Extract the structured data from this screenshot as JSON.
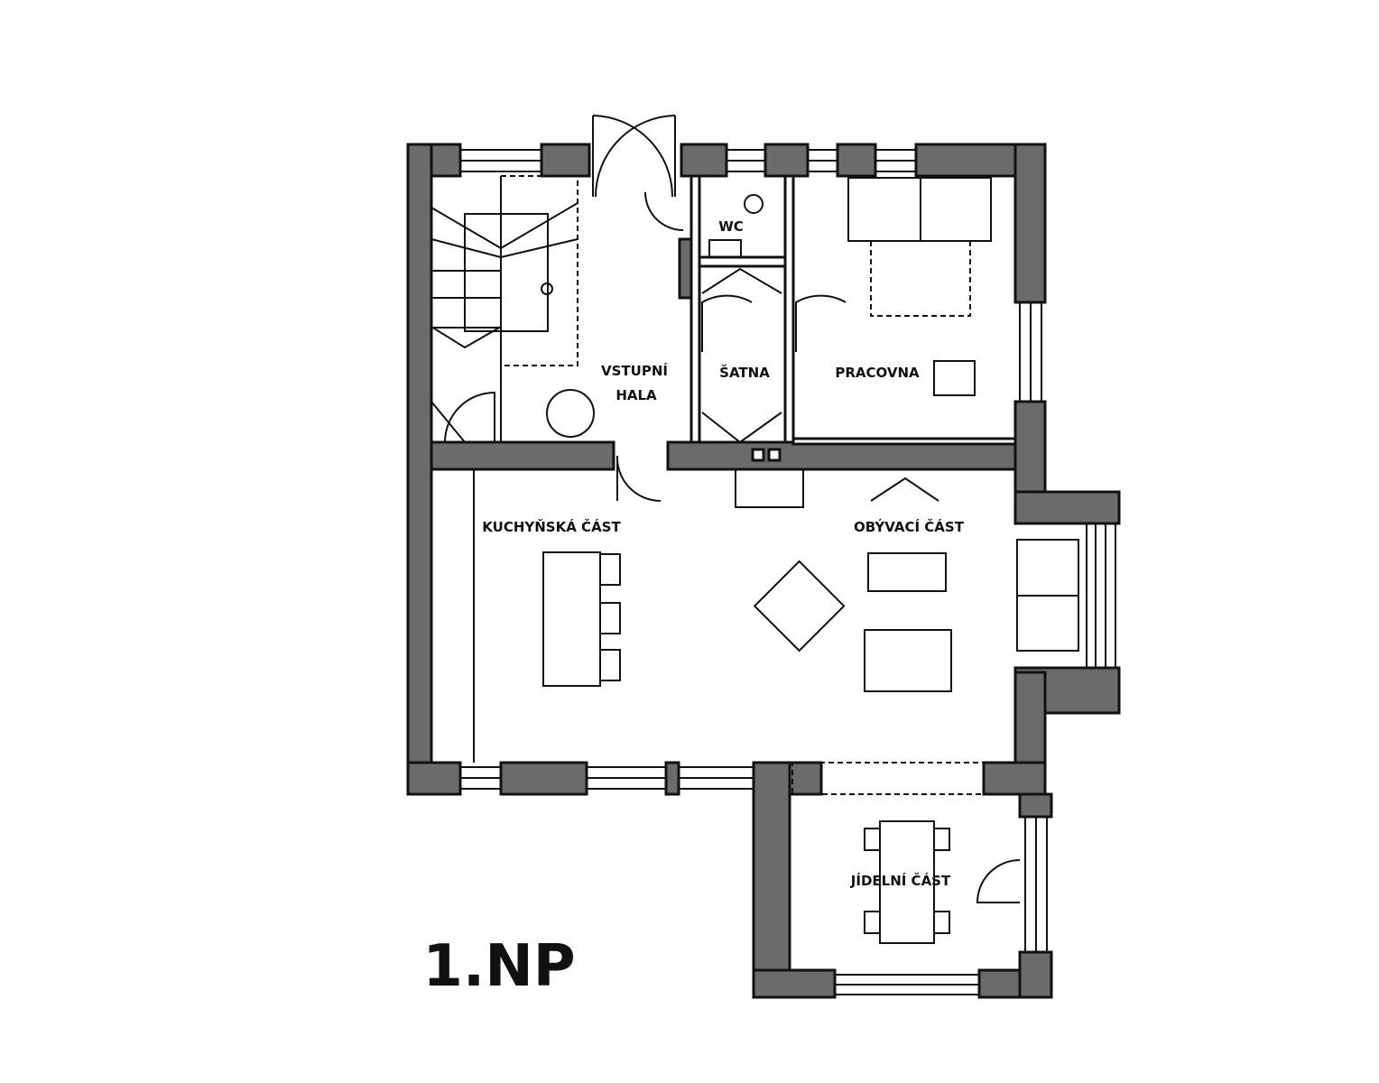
{
  "plan": {
    "floor_label": "1.NP",
    "rooms": {
      "wc": "WC",
      "hall_line1": "VSTUPNÍ",
      "hall_line2": "HALA",
      "wardrobe": "ŠATNA",
      "study": "PRACOVNA",
      "kitchen": "KUCHYŇSKÁ ČÁST",
      "living": "OBÝVACÍ ČÁST",
      "dining": "JÍDELNÍ ČÁST"
    },
    "colors": {
      "wall": "#6b6b6b",
      "line": "#111111"
    }
  }
}
